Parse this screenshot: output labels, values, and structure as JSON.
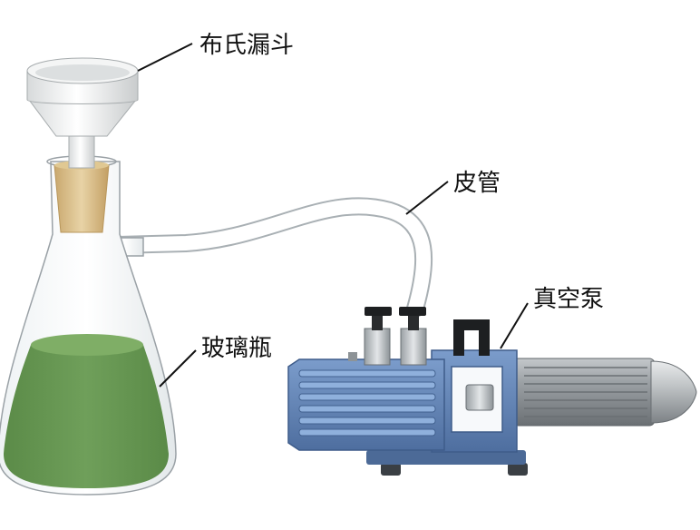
{
  "labels": {
    "funnel": "布氏漏斗",
    "hose": "皮管",
    "pump": "真空泵",
    "flask": "玻璃瓶"
  },
  "colors": {
    "liquid": "#6a9a55",
    "liquid_top": "#7fae66",
    "cork": "#d9bf8a",
    "pump_body": "#5e80b2",
    "pump_dark": "#3e5c8a",
    "motor": "#8e9296",
    "glass_stroke": "#9aa1a6"
  }
}
